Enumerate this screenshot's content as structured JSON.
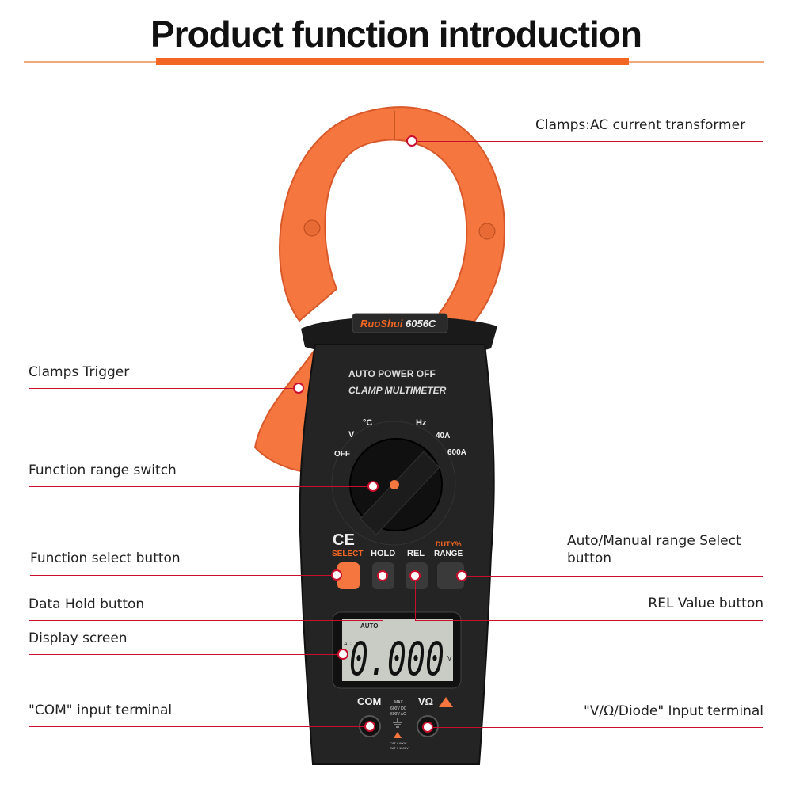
{
  "title": "Product function introduction",
  "labels": {
    "clamps": "Clamps:AC current transformer",
    "trigger": "Clamps Trigger",
    "range_switch": "Function range switch",
    "select_button": "Function select button",
    "auto_manual_line1": "Auto/Manual range Select",
    "auto_manual_line2": "button",
    "hold_button": "Data Hold button",
    "rel_button": "REL Value button",
    "display": "Display screen",
    "com_terminal": "\"COM\" input terminal",
    "v_terminal": "\"V/Ω/Diode\" Input terminal"
  },
  "device": {
    "brand": "RuoShui",
    "model": "6056C",
    "line1": "AUTO POWER OFF",
    "line2": "CLAMP MULTIMETER",
    "dial_labels": {
      "off": "OFF",
      "v": "V",
      "celsius": "°C",
      "hz": "Hz",
      "a40": "40A",
      "a600": "600A"
    },
    "ce": "CE",
    "buttons": {
      "select": "SELECT",
      "hold": "HOLD",
      "rel": "REL",
      "duty": "DUTY%",
      "range": "RANGE"
    },
    "lcd": {
      "auto": "AUTO",
      "ac": "AC",
      "reading": "0.000",
      "unit": "V"
    },
    "terminals": {
      "com": "COM",
      "v_ohm": "VΩ",
      "max_line1": "MAX",
      "max_line2": "600V DC",
      "max_line3": "600V AC",
      "cat1": "CAT II 600V",
      "cat2": "CAT II 1000V"
    }
  },
  "colors": {
    "accent": "#f26522",
    "line": "#c8102e",
    "body": "#1f1f1f",
    "clamp": "#f5773f"
  }
}
